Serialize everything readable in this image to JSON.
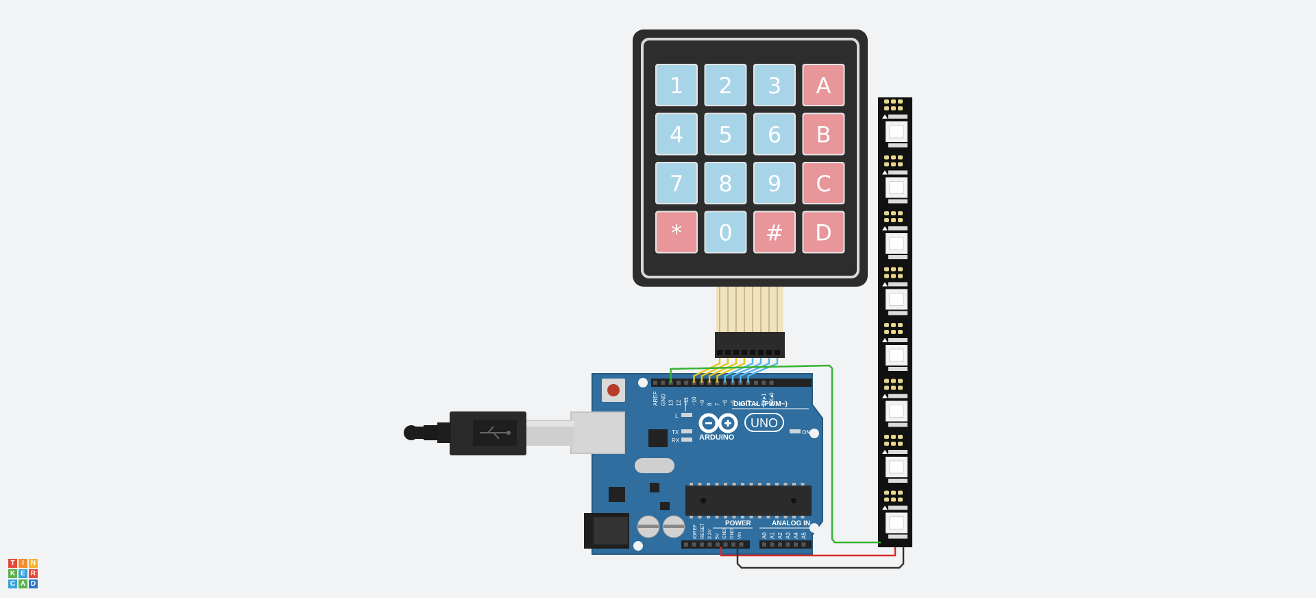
{
  "keypad": {
    "keys": [
      {
        "label": "1",
        "type": "num"
      },
      {
        "label": "2",
        "type": "num"
      },
      {
        "label": "3",
        "type": "num"
      },
      {
        "label": "A",
        "type": "letter"
      },
      {
        "label": "4",
        "type": "num"
      },
      {
        "label": "5",
        "type": "num"
      },
      {
        "label": "6",
        "type": "num"
      },
      {
        "label": "B",
        "type": "letter"
      },
      {
        "label": "7",
        "type": "num"
      },
      {
        "label": "8",
        "type": "num"
      },
      {
        "label": "9",
        "type": "num"
      },
      {
        "label": "C",
        "type": "letter"
      },
      {
        "label": "*",
        "type": "letter"
      },
      {
        "label": "0",
        "type": "num"
      },
      {
        "label": "#",
        "type": "letter"
      },
      {
        "label": "D",
        "type": "letter"
      }
    ],
    "key_colors": {
      "num": "#a8d4e8",
      "letter": "#e8969a"
    }
  },
  "arduino": {
    "brand": "ARDUINO",
    "model": "UNO",
    "digital_label": "DIGITAL (PWM~)",
    "power_label": "POWER",
    "analog_label": "ANALOG IN",
    "on_label": "ON",
    "l_label": "L",
    "tx_label": "TX",
    "rx_label": "RX",
    "digital_pins": [
      "AREF",
      "GND",
      "13",
      "12",
      "~11",
      "~10",
      "~9",
      "8",
      "7",
      "~6",
      "~5",
      "4",
      "~3",
      "2",
      "TX▸1",
      "RX◂0"
    ],
    "power_pins": [
      "IOREF",
      "RESET",
      "3.3V",
      "5V",
      "GND",
      "GND",
      "Vin"
    ],
    "analog_pins": [
      "A0",
      "A1",
      "A2",
      "A3",
      "A4",
      "A5"
    ],
    "board_color": "#2f6e9e"
  },
  "wires": {
    "colors": {
      "yellow": "#e8c51e",
      "blue": "#5ab4e6",
      "green": "#35b233",
      "red": "#d92b2b",
      "black": "#333333"
    }
  },
  "led_strip": {
    "led_count": 8
  },
  "logo": {
    "letters": [
      "T",
      "I",
      "N",
      "K",
      "E",
      "R",
      "C",
      "A",
      "D"
    ]
  }
}
